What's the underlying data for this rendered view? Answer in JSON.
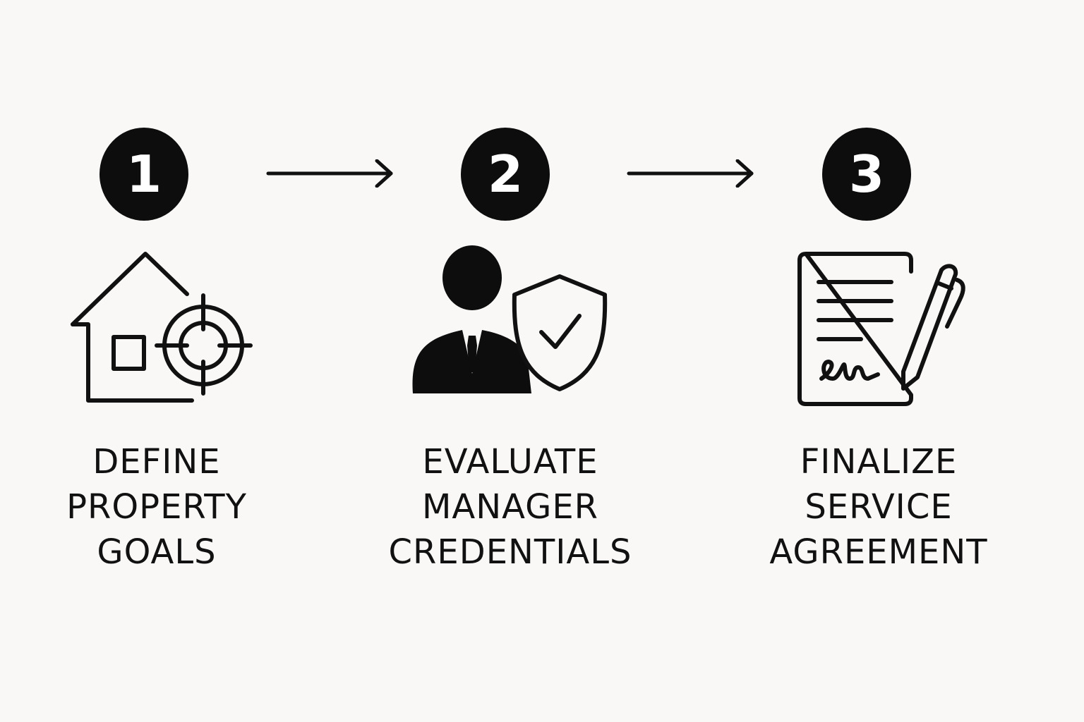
{
  "steps": [
    {
      "number": "1",
      "icon": "house-target-icon",
      "label_lines": [
        "DEFINE",
        "PROPERTY",
        "GOALS"
      ]
    },
    {
      "number": "2",
      "icon": "person-shield-check-icon",
      "label_lines": [
        "EVALUATE",
        "MANAGER",
        "CREDENTIALS"
      ]
    },
    {
      "number": "3",
      "icon": "signed-document-pen-icon",
      "label_lines": [
        "FINALIZE",
        "SERVICE",
        "AGREEMENT"
      ]
    }
  ],
  "connectors": [
    "arrow-right-icon",
    "arrow-right-icon"
  ],
  "colors": {
    "background": "#f9f8f6",
    "ink": "#111111",
    "badge": "#0d0d0d",
    "badge_text": "#ffffff"
  }
}
